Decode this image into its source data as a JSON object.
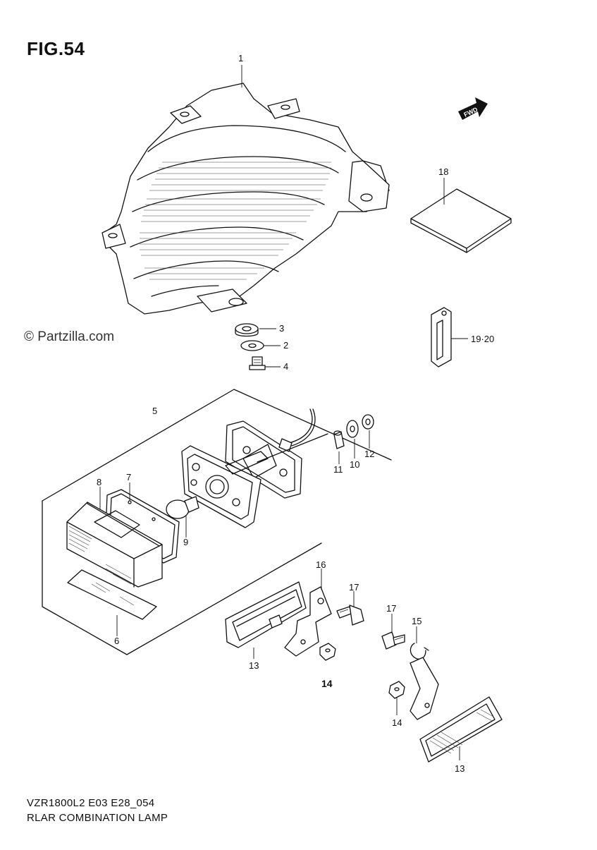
{
  "header": {
    "figure_label": "FIG.54"
  },
  "watermark": {
    "text": "© Partzilla.com"
  },
  "footer": {
    "model_code": "VZR1800L2 E03 E28_054",
    "caption": "RLAR COMBINATION LAMP"
  },
  "fwd_label": "FWD",
  "callouts": [
    {
      "id": "c1",
      "text": "1"
    },
    {
      "id": "c2",
      "text": "2"
    },
    {
      "id": "c3",
      "text": "3"
    },
    {
      "id": "c4",
      "text": "4"
    },
    {
      "id": "c5",
      "text": "5"
    },
    {
      "id": "c6",
      "text": "6"
    },
    {
      "id": "c7",
      "text": "7"
    },
    {
      "id": "c8",
      "text": "8"
    },
    {
      "id": "c9",
      "text": "9"
    },
    {
      "id": "c10",
      "text": "10"
    },
    {
      "id": "c11",
      "text": "11"
    },
    {
      "id": "c12",
      "text": "12"
    },
    {
      "id": "c13a",
      "text": "13"
    },
    {
      "id": "c13b",
      "text": "13"
    },
    {
      "id": "c14a",
      "text": "14"
    },
    {
      "id": "c14b",
      "text": "14"
    },
    {
      "id": "c15",
      "text": "15"
    },
    {
      "id": "c16",
      "text": "16"
    },
    {
      "id": "c17a",
      "text": "17"
    },
    {
      "id": "c17b",
      "text": "17"
    },
    {
      "id": "c18",
      "text": "18"
    },
    {
      "id": "c1920",
      "text": "19·20"
    }
  ]
}
